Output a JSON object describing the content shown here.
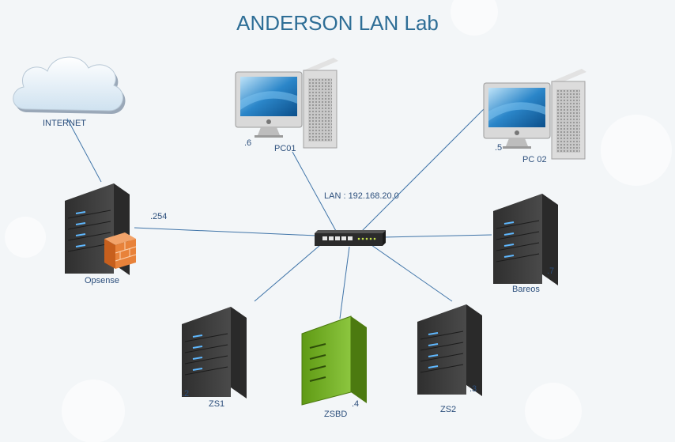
{
  "title": "ANDERSON LAN Lab",
  "lan_label": "LAN : 192.168.20.0",
  "nodes": {
    "internet": {
      "label": "INTERNET",
      "icon": "cloud-icon"
    },
    "opsense": {
      "label": "Opsense",
      "ip": ".254",
      "icon": "firewall-server-icon"
    },
    "pc01": {
      "label": "PC01",
      "ip": ".6",
      "icon": "desktop-computer-icon"
    },
    "pc02": {
      "label": "PC 02",
      "ip": ".5",
      "icon": "desktop-computer-icon"
    },
    "bareos": {
      "label": "Bareos",
      "ip": ".7",
      "icon": "server-icon"
    },
    "zs1": {
      "label": "ZS1",
      "ip": ".2",
      "icon": "server-icon"
    },
    "zsbd": {
      "label": "ZSBD",
      "ip": ".4",
      "icon": "database-server-icon"
    },
    "zs2": {
      "label": "ZS2",
      "ip": ".3",
      "icon": "server-icon"
    },
    "switch": {
      "icon": "network-switch-icon"
    }
  },
  "colors": {
    "title": "#2e6e96",
    "label": "#2c4f7c",
    "link": "#3f74a8",
    "server_body": "#3a3a3a",
    "db_server_body": "#7ab51d",
    "firewall": "#e8823a"
  }
}
